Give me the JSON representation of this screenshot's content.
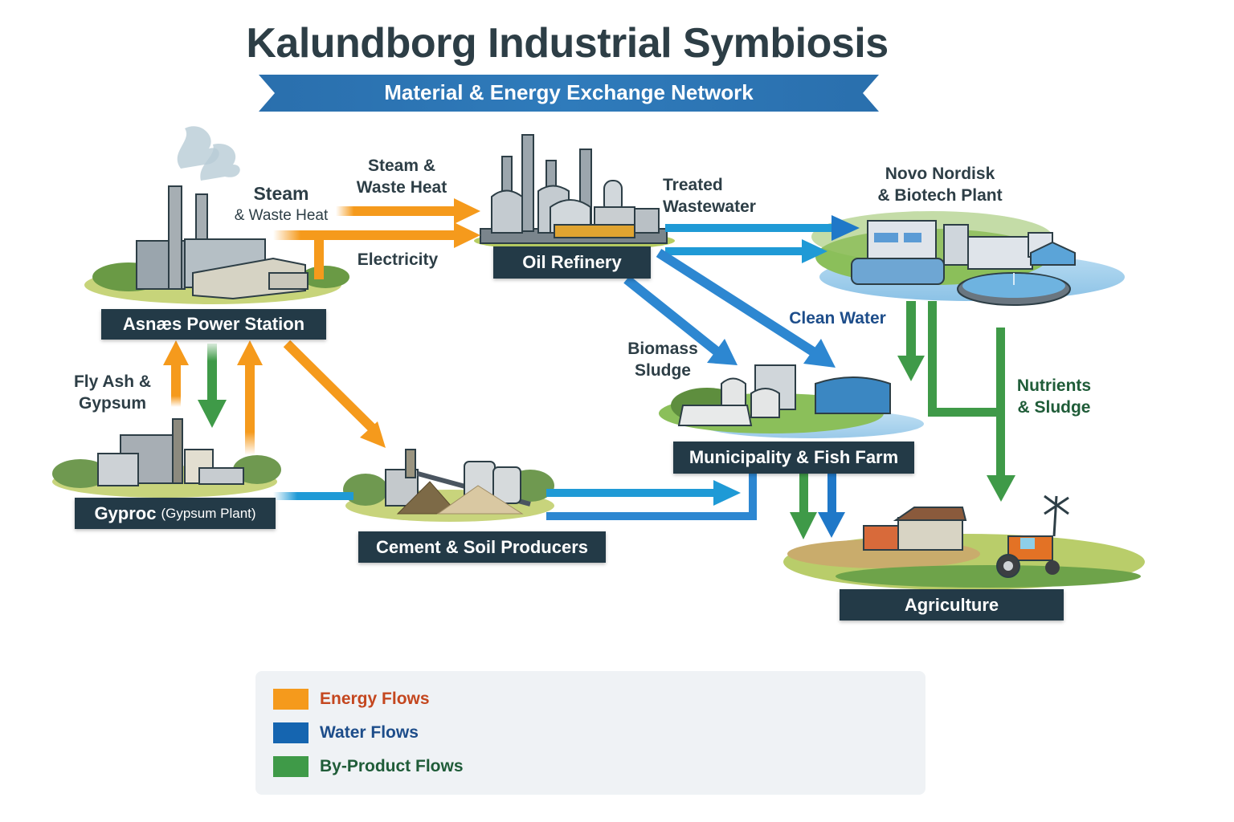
{
  "header": {
    "title": "Kalundborg Industrial Symbiosis",
    "subtitle": "Material & Energy Exchange Network"
  },
  "colors": {
    "energy": "#f59a1c",
    "water": "#1f78c8",
    "byproduct": "#3f9a48",
    "label_bg": "#233a47",
    "banner": "#2a6fad"
  },
  "nodes": {
    "power_station": {
      "label": "Asnæs Power Station"
    },
    "oil_refinery": {
      "label": "Oil Refinery"
    },
    "novo_nordisk": {
      "label_line1": "Novo Nordisk",
      "label_line2": "& Biotech Plant"
    },
    "gyproc": {
      "label": "Gyproc",
      "label_sub": "(Gypsum Plant)"
    },
    "cement_soil": {
      "label": "Cement & Soil Producers"
    },
    "municipality": {
      "label": "Municipality & Fish Farm"
    },
    "agriculture": {
      "label": "Agriculture"
    }
  },
  "flows": {
    "steam_heat_left": {
      "line1": "Steam",
      "line2": "& Waste Heat",
      "type": "energy"
    },
    "steam_heat_top": {
      "line1": "Steam &",
      "line2": "Waste Heat",
      "type": "energy"
    },
    "electricity": {
      "label": "Electricity",
      "type": "energy"
    },
    "treated_wastewater": {
      "line1": "Treated",
      "line2": "Wastewater",
      "type": "water"
    },
    "clean_water": {
      "label": "Clean Water",
      "type": "water"
    },
    "biomass_sludge": {
      "line1": "Biomass",
      "line2": "Sludge",
      "type": "water"
    },
    "fly_ash_gypsum": {
      "line1": "Fly Ash &",
      "line2": "Gypsum",
      "type": "byproduct"
    },
    "nutrients_sludge": {
      "line1": "Nutrients",
      "line2": "& Sludge",
      "type": "byproduct"
    }
  },
  "legend": {
    "items": [
      {
        "label": "Energy Flows",
        "color": "#f59a1c",
        "text_color": "#c4471f"
      },
      {
        "label": "Water Flows",
        "color": "#1565b0",
        "text_color": "#1d4d8a"
      },
      {
        "label": "By-Product Flows",
        "color": "#3f9a48",
        "text_color": "#1f5c38"
      }
    ]
  }
}
